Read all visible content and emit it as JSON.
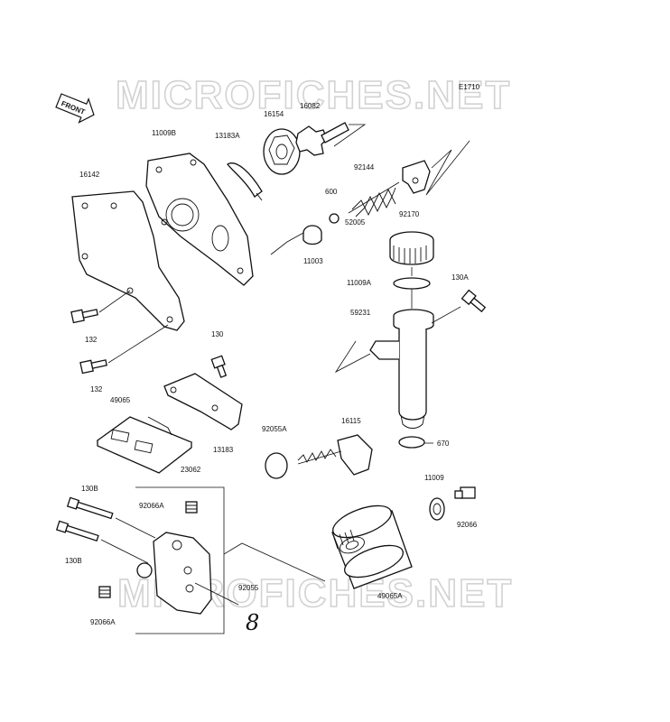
{
  "diagram": {
    "figure_code": "E1710",
    "watermark": "MICROFICHES.NET",
    "front_label": "FRONT",
    "handwritten_mark": "8",
    "parts": {
      "p16142": "16142",
      "p11009B": "11009B",
      "p13183A": "13183A",
      "p16154": "16154",
      "p16082": "16082",
      "p92144": "92144",
      "p600": "600",
      "p92170": "92170",
      "p11003": "11003",
      "p52005": "52005",
      "p11009A": "11009A",
      "p130A": "130A",
      "p59231": "59231",
      "p132a": "132",
      "p132b": "132",
      "p130": "130",
      "p49065": "49065",
      "p13183": "13183",
      "p92055A": "92055A",
      "p16115": "16115",
      "p670": "670",
      "p23062": "23062",
      "p130Ba": "130B",
      "p130Bb": "130B",
      "p92066Aa": "92066A",
      "p92066Ab": "92066A",
      "p92055": "92055",
      "p11009": "11009",
      "p92066": "92066",
      "p49065A": "49065A"
    }
  }
}
